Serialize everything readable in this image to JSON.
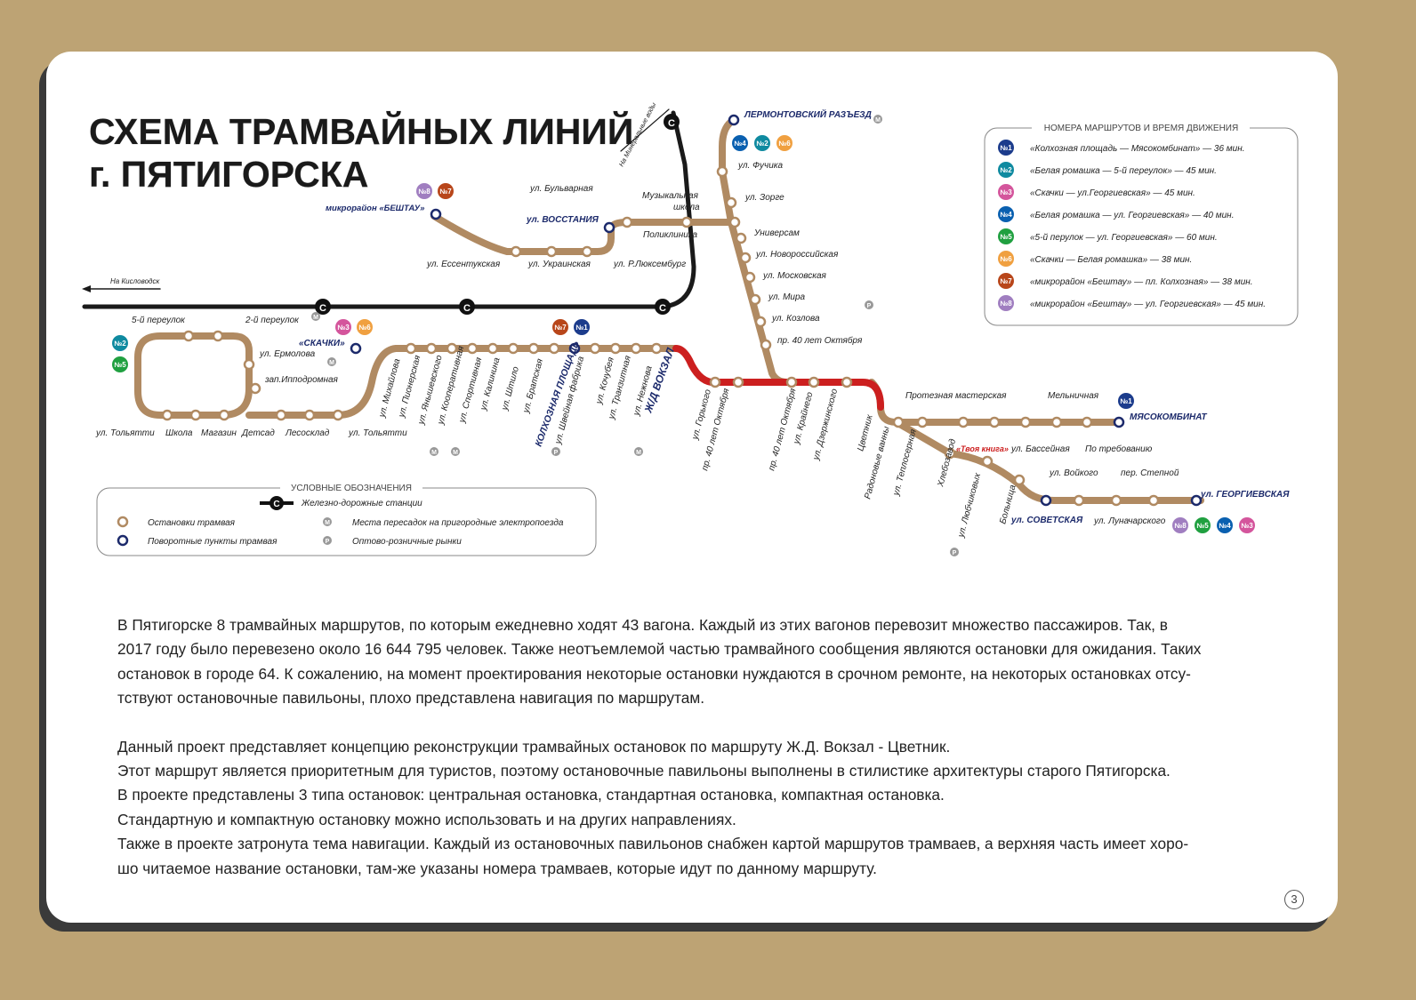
{
  "title": {
    "line1": "СХЕМА ТРАМВАЙНЫХ ЛИНИЙ",
    "line2": "г. ПЯТИГОРСКА"
  },
  "colors": {
    "tram_line": "#b08a62",
    "highlight_line": "#cc1f1f",
    "rail": "#1a1a1a",
    "stop_ring": "#b08a62",
    "terminal_ring": "#1c2a6b",
    "route_label": "#1c2a6b"
  },
  "route_colors": {
    "№1": "#1c3c8c",
    "№2": "#0f8aa0",
    "№3": "#d4559c",
    "№4": "#0a60b0",
    "№5": "#20a040",
    "№6": "#f0a040",
    "№7": "#b8461a",
    "№8": "#a07ec0"
  },
  "directions": {
    "mineral": "На Минеральные воды",
    "kislovodsk": "На Кисловодск"
  },
  "stations": {
    "lermontov": "ЛЕРМОНТОВСКИЙ РАЗЪЕЗД",
    "beshtau": "микрорайон «БЕШТАУ»",
    "vosstaniya": "ул. ВОССТАНИЯ",
    "skachki": "«СКАЧКИ»",
    "kolkhoznaya": "КОЛХОЗНАЯ ПЛОЩАДЬ",
    "vokzal": "Ж/Д ВОКЗАЛ",
    "myasokombinat": "МЯСОКОМБИНАТ",
    "georgievskaya": "ул. ГЕОРГИЕВСКАЯ",
    "sovetskaya": "ул. СОВЕТСКАЯ"
  },
  "stops": {
    "fuchika": "ул. Фучика",
    "zorge": "ул. Зорге",
    "univermag": "Универсам",
    "novoross": "ул. Новороссийская",
    "moskov": "ул. Московская",
    "mira": "ул. Мира",
    "kozlova": "ул. Козлова",
    "pr40": "пр. 40 лет Октября",
    "bulvar": "ул. Бульварная",
    "muz1": "Музыкальная",
    "muz2": "школа",
    "poliklinika": "Поликлиника",
    "essent": "ул. Ессентукская",
    "ukrain": "ул. Украинская",
    "lux": "ул. Р.Люксембург",
    "per5": "5-й переулок",
    "per2": "2-й переулок",
    "ermolova": "ул. Ермолова",
    "zapipp": "зап.Ипподромная",
    "tolyatti1": "ул. Тольятти",
    "shkola": "Школа",
    "magazin": "Магазин",
    "detsad": "Детсад",
    "lesosklad": "Лесосклад",
    "tolyatti2": "ул. Тольятти",
    "mikhaylova": "ул. Михайлова",
    "pioner": "ул. Пионерская",
    "yanysh": "ул. Янышевского",
    "koop": "ул. Кооперативная",
    "sport": "ул. Спортивная",
    "kalinina": "ул. Калинина",
    "shtilo": "ул. Штило",
    "bratskaya": "ул. Братская",
    "shveyn": "ул. Швейная фабрика",
    "kochubeya": "ул. Кочубея",
    "tranzit": "ул. Транзитная",
    "nezhnova": "ул. Нежнова",
    "gorkogo": "ул. Горького",
    "pr40a": "пр. 40 лет Октября",
    "pr40b": "пр. 40 лет Октября",
    "kraynego": "ул. Крайнего",
    "dzerzh": "ул. Дзержинского",
    "tsvetnik": "Цветник",
    "radon": "Радоновые ванны",
    "teploser": "ул. Теплосерная",
    "khlebozavod": "Хлебозавод",
    "protez": "Протезная мастерская",
    "melnichnaya": "Мельничная",
    "tvoya": "«Твоя книга»",
    "basseyn": "ул. Бассейная",
    "treb": "По требованию",
    "lyubch": "ул. Любчиковых",
    "bolnitsa": "Больница",
    "voykogo": "ул. Войкого",
    "stepnoy": "пер. Степной",
    "lunach": "ул. Луначарского"
  },
  "legend_routes": {
    "title": "НОМЕРА МАРШРУТОВ И ВРЕМЯ ДВИЖЕНИЯ",
    "items": [
      {
        "num": "№1",
        "text": "«Колхозная площадь — Мясокомбинат» — 36 мин."
      },
      {
        "num": "№2",
        "text": "«Белая ромашка — 5-й переулок» — 45 мин."
      },
      {
        "num": "№3",
        "text": "«Скачки — ул.Георгиевская» — 45 мин."
      },
      {
        "num": "№4",
        "text": "«Белая ромашка — ул. Георгиевская» — 40 мин."
      },
      {
        "num": "№5",
        "text": "«5-й перулок — ул. Георгиевская» — 60 мин."
      },
      {
        "num": "№6",
        "text": "«Скачки — Белая ромашка» — 38 мин."
      },
      {
        "num": "№7",
        "text": "«микрорайон «Бештау» — пл. Колхозная» — 38 мин."
      },
      {
        "num": "№8",
        "text": "«микрорайон «Бештау» — ул. Георгиевская» — 45 мин."
      }
    ]
  },
  "legend_symbols": {
    "title": "УСЛОВНЫЕ ОБОЗНАЧЕНИЯ",
    "rail": "Железно-дорожные станции",
    "stop": "Остановки трамвая",
    "turn": "Поворотные пункты трамвая",
    "transfer": "Места пересадок на пригородные электропоезда",
    "market": "Оптово-розничные рынки"
  },
  "marks": {
    "rail": "С",
    "transfer": "М",
    "market": "Р"
  },
  "body": [
    "В Пятигорске 8 трамвайных маршрутов, по которым ежедневно ходят 43 вагона. Каждый из этих вагонов перевозит множество пассажиров. Так, в",
    "2017 году было перевезено около 16 644 795 человек. Также неотъемлемой частью трамвайного сообщения являются остановки для ожидания. Таких",
    "остановок в городе 64. К сожалению, на момент проектирования некоторые остановки нуждаются в срочном ремонте, на некоторых остановках отсу-",
    "тствуют остановочные павильоны, плохо представлена навигация по маршрутам.",
    "",
    "Данный проект представляет концепцию реконструкции трамвайных остановок по маршруту Ж.Д. Вокзал - Цветник.",
    "Этот маршрут является приоритетным для туристов, поэтому остановочные павильоны выполнены в стилистике архитектуры старого Пятигорска.",
    "В проекте представлены 3 типа остановок: центральная остановка, стандартная остановка, компактная остановка.",
    "Стандартную и компактную остановку можно использовать и на других направлениях.",
    "Также в проекте затронута тема навигации. Каждый из остановочных павильонов снабжен картой маршрутов трамваев, а верхняя часть имеет хоро-",
    "шо читаемое название остановки, там-же указаны номера трамваев, которые  идут по данному маршруту."
  ],
  "page_number": "3"
}
